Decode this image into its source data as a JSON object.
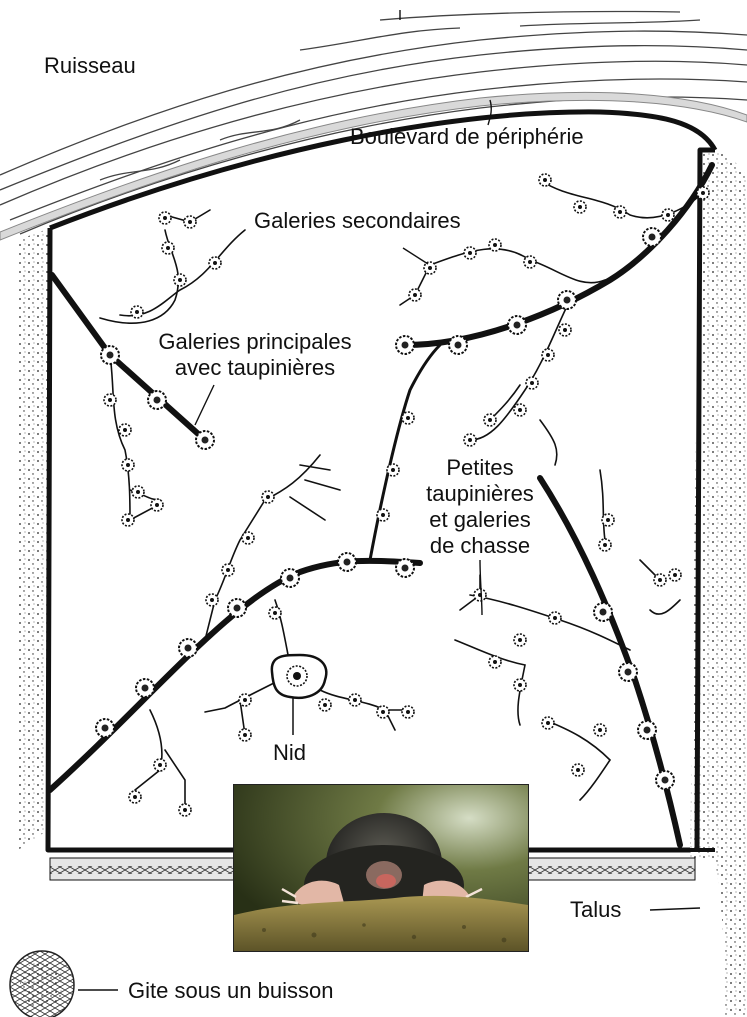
{
  "labels": {
    "ruisseau": "Ruisseau",
    "boulevard": "Boulevard de périphérie",
    "secondaires": "Galeries secondaires",
    "principales_1": "Galeries principales",
    "principales_2": "avec taupinières",
    "petites_1": "Petites",
    "petites_2": "taupinières",
    "petites_3": "et galeries",
    "petites_4": "de chasse",
    "nid": "Nid",
    "talus": "Talus",
    "gite": "Gite sous un buisson"
  },
  "photo": {
    "subject": "mole-photo",
    "colors": {
      "fur": "#2b2b27",
      "nose": "#c8665e",
      "claws": "#e2b7a6",
      "ground": "#8c7d3e",
      "background": "#3f4a22"
    }
  },
  "colors": {
    "ink": "#111111",
    "stream": "#9a9a9a",
    "background": "#ffffff"
  }
}
